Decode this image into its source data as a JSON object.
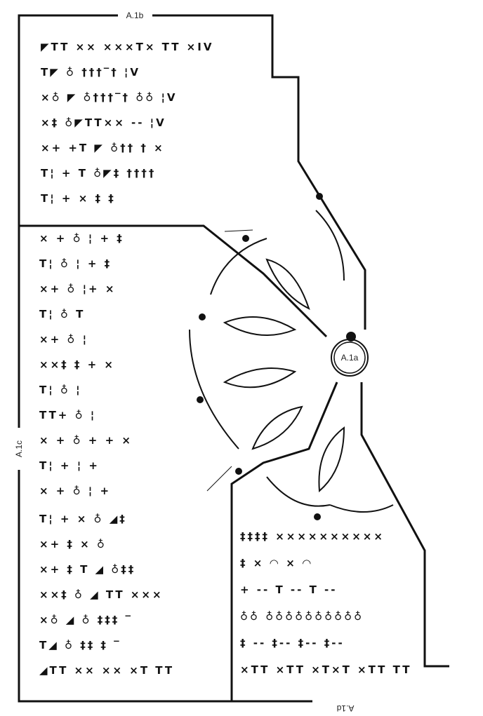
{
  "labels": {
    "a1a": "A.1a",
    "a1b": "A.1b",
    "a1c": "A.1c",
    "a1d": "A.1d"
  },
  "symbol_rows": {
    "a1b": [
      "◤TT ×× ×××T×  TT  ×IV",
      "T◤ ♁ †††‾†      ¦V",
      "×♁ ◤ ♁†††‾†   ♁♁  ¦V",
      "×‡ ♁◤TT××     --  ¦V",
      "×+ +T ◤ ♁††  †   ×",
      "T¦ + T ♁◤‡  ††††",
      "T¦ + × ‡ ‡"
    ],
    "a1c": [
      "× +  ♁  ¦  +  ‡",
      "T¦  ♁  ¦  +  ‡",
      "×+  ♁ ¦+  ×",
      "T¦  ♁  T  ",
      "×+  ♁  ¦",
      "××‡ ‡  +  ×",
      "T¦  ♁  ¦",
      "TT+ ♁  ¦",
      "× +  ♁ +  +  ×",
      "T¦  +  ¦  +",
      "× +  ♁  ¦  +"
    ],
    "a1c_lower": [
      "T¦  +  ×  ♁  ◢‡",
      "×+  ‡  ×  ♁",
      "×+  ‡  T  ◢ ♁‡‡",
      "××‡ ♁ ◢ TT ×××",
      "×♁  ◢ ♁  ‡‡‡ ‾",
      "T◢  ♁  ‡‡ ‡ ‾",
      "◢TT ×× ×× ×T TT"
    ],
    "a1d": [
      "‡‡‡‡ ××××××××××",
      "‡   ×  ◠   ×  ◠",
      "+  -- T -- T --",
      "♁♁ ♁♁♁♁♁♁♁♁♁♁",
      "‡ -- ‡-- ‡-- ‡--",
      "×TT ×TT ×T×T ×TT TT"
    ]
  }
}
